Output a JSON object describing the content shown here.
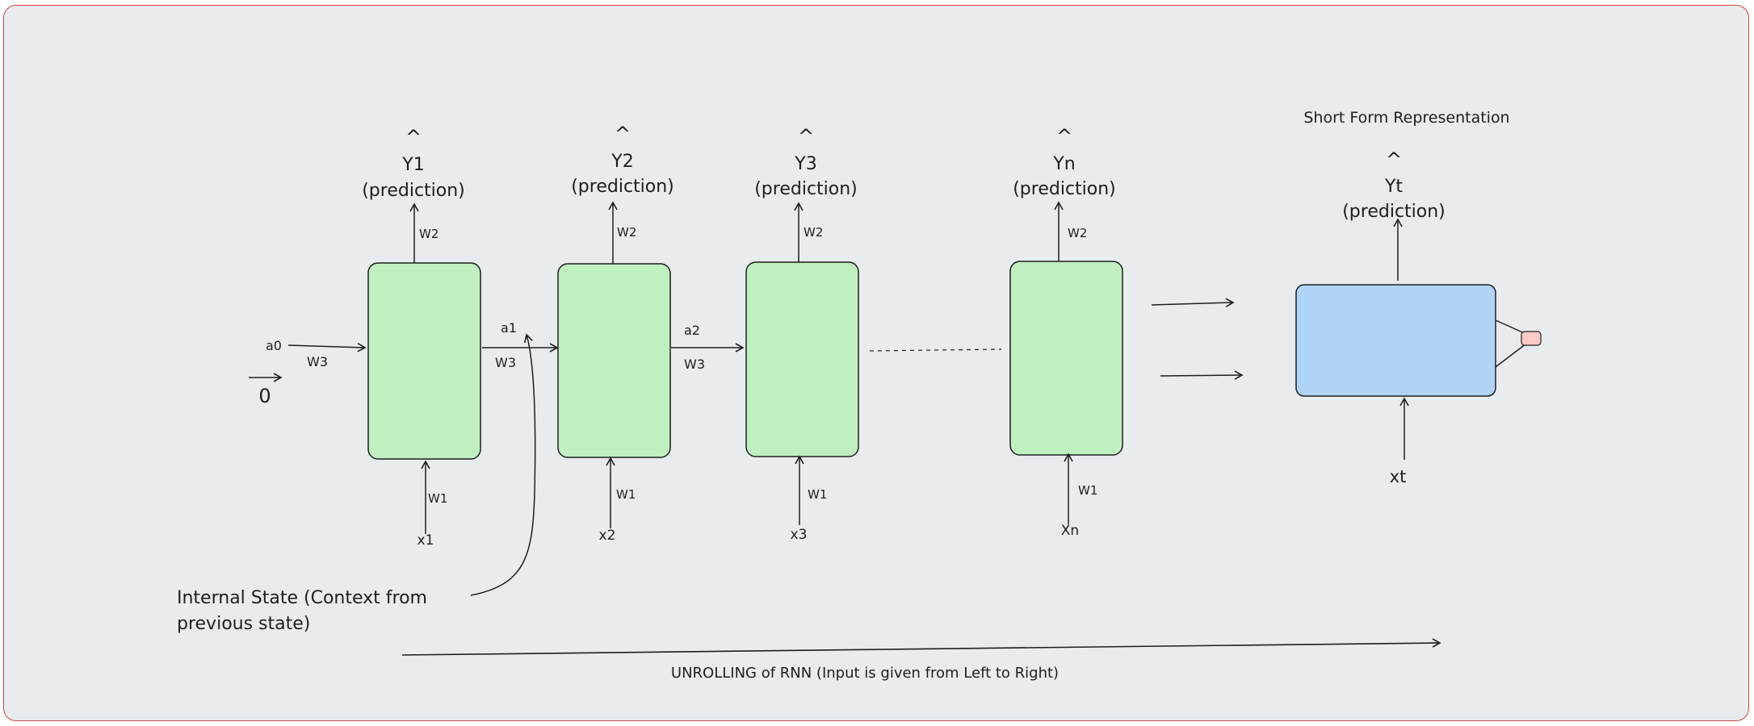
{
  "colors": {
    "frame_border": "#d64545",
    "background": "#e9ecef",
    "cell_fill": "#c0f0c0",
    "short_cell_fill": "#b0d4f8",
    "stroke": "#1e1e1e",
    "feedback_node": "#ffc9c9"
  },
  "cells": [
    {
      "hat": "^",
      "output": "Y1",
      "pred": "(prediction)",
      "w_out": "W2",
      "w_in": "W1",
      "input": "x1"
    },
    {
      "hat": "^",
      "output": "Y2",
      "pred": "(prediction)",
      "w_out": "W2",
      "w_in": "W1",
      "input": "x2"
    },
    {
      "hat": "^",
      "output": "Y3",
      "pred": "(prediction)",
      "w_out": "W2",
      "w_in": "W1",
      "input": "x3"
    },
    {
      "hat": "^",
      "output": "Yn",
      "pred": "(prediction)",
      "w_out": "W2",
      "w_in": "W1",
      "input": "Xn"
    }
  ],
  "states": [
    {
      "name": "a0",
      "weight": "W3"
    },
    {
      "name": "a1",
      "weight": "W3"
    },
    {
      "name": "a2",
      "weight": "W3"
    }
  ],
  "zero_label": "0",
  "internal_state": {
    "line1": "Internal State (Context from",
    "line2": "previous state)"
  },
  "short_form": {
    "title": "Short Form Representation",
    "hat": "^",
    "output": "Yt",
    "pred": "(prediction)",
    "input": "xt"
  },
  "unrolling_label": "UNROLLING of RNN (Input is given from Left to Right)"
}
